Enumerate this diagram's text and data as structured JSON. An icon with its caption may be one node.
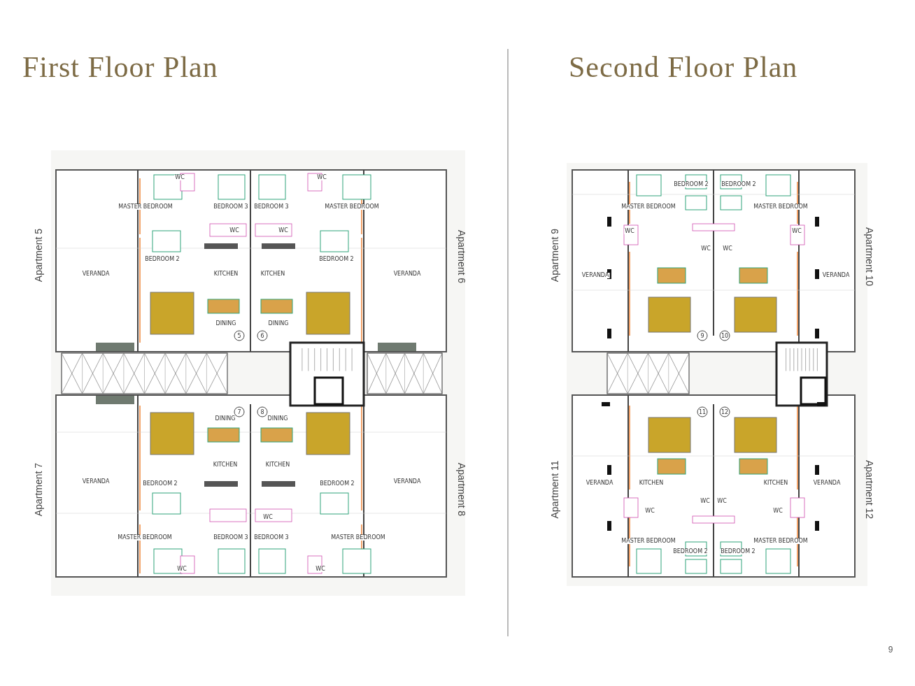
{
  "diagram": {
    "labels": [
      "First Floor Plan",
      "Second Floor Plan",
      "Apartment 5",
      "Apartment 6",
      "Apartment 7",
      "Apartment 8",
      "WC",
      "WC",
      "MASTER BEDROOM",
      "BEDROOM 3",
      "BEDROOM 3",
      "MASTER BEDROOM",
      "WC",
      "WC",
      "BEDROOM 2",
      "BEDROOM 2",
      "VERANDA",
      "KITCHEN",
      "KITCHEN",
      "VERANDA",
      "DINING",
      "DINING",
      "5",
      "6",
      "7",
      "8",
      "DINING",
      "DINING",
      "KITCHEN",
      "KITCHEN",
      "VERANDA",
      "BEDROOM 2",
      "BEDROOM 2",
      "VERANDA",
      "WC",
      "MASTER BEDROOM",
      "BEDROOM 3",
      "BEDROOM 3",
      "MASTER BEDROOM",
      "WC",
      "WC",
      "Apartment 9",
      "Apartment 10",
      "Apartment 11",
      "Apartment 12",
      "BEDROOM 2",
      "BEDROOM 2",
      "MASTER BEDROOM",
      "MASTER BEDROOM",
      "WC",
      "WC",
      "WC",
      "WC",
      "VERANDA",
      "VERANDA",
      "9",
      "10",
      "11",
      "12",
      "VERANDA",
      "KITCHEN",
      "KITCHEN",
      "VERANDA",
      "WC",
      "WC",
      "WC",
      "WC",
      "MASTER BEDROOM",
      "MASTER BEDROOM",
      "BEDROOM 2",
      "BEDROOM 2",
      "9"
    ]
  }
}
